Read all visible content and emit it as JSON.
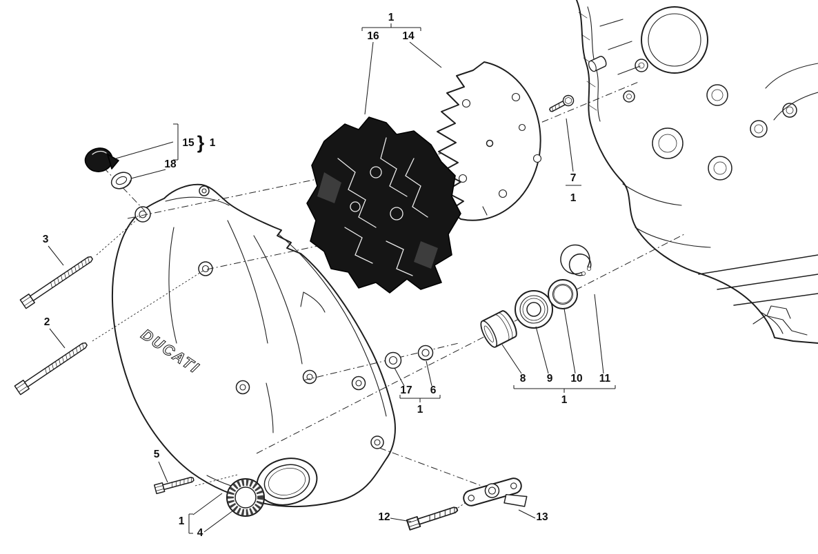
{
  "diagram": {
    "brand_text": "DUCATI",
    "colors": {
      "line": "#1e1e1e",
      "dark_part": "#151515",
      "background": "#ffffff"
    },
    "callouts": {
      "top_group_1": "1",
      "n16": "16",
      "n14": "14",
      "n15": "15",
      "n15_brace": "}",
      "n15_group_1": "1",
      "n18": "18",
      "n3": "3",
      "n2": "2",
      "n7": "7",
      "n7_group_1": "1",
      "n5": "5",
      "n17": "17",
      "n6": "6",
      "n17_6_group_1": "1",
      "n8": "8",
      "n9": "9",
      "n10": "10",
      "n11": "11",
      "n8_11_group_1": "1",
      "n12": "12",
      "n13": "13",
      "bottom_group_1": "1",
      "n4": "4"
    }
  }
}
